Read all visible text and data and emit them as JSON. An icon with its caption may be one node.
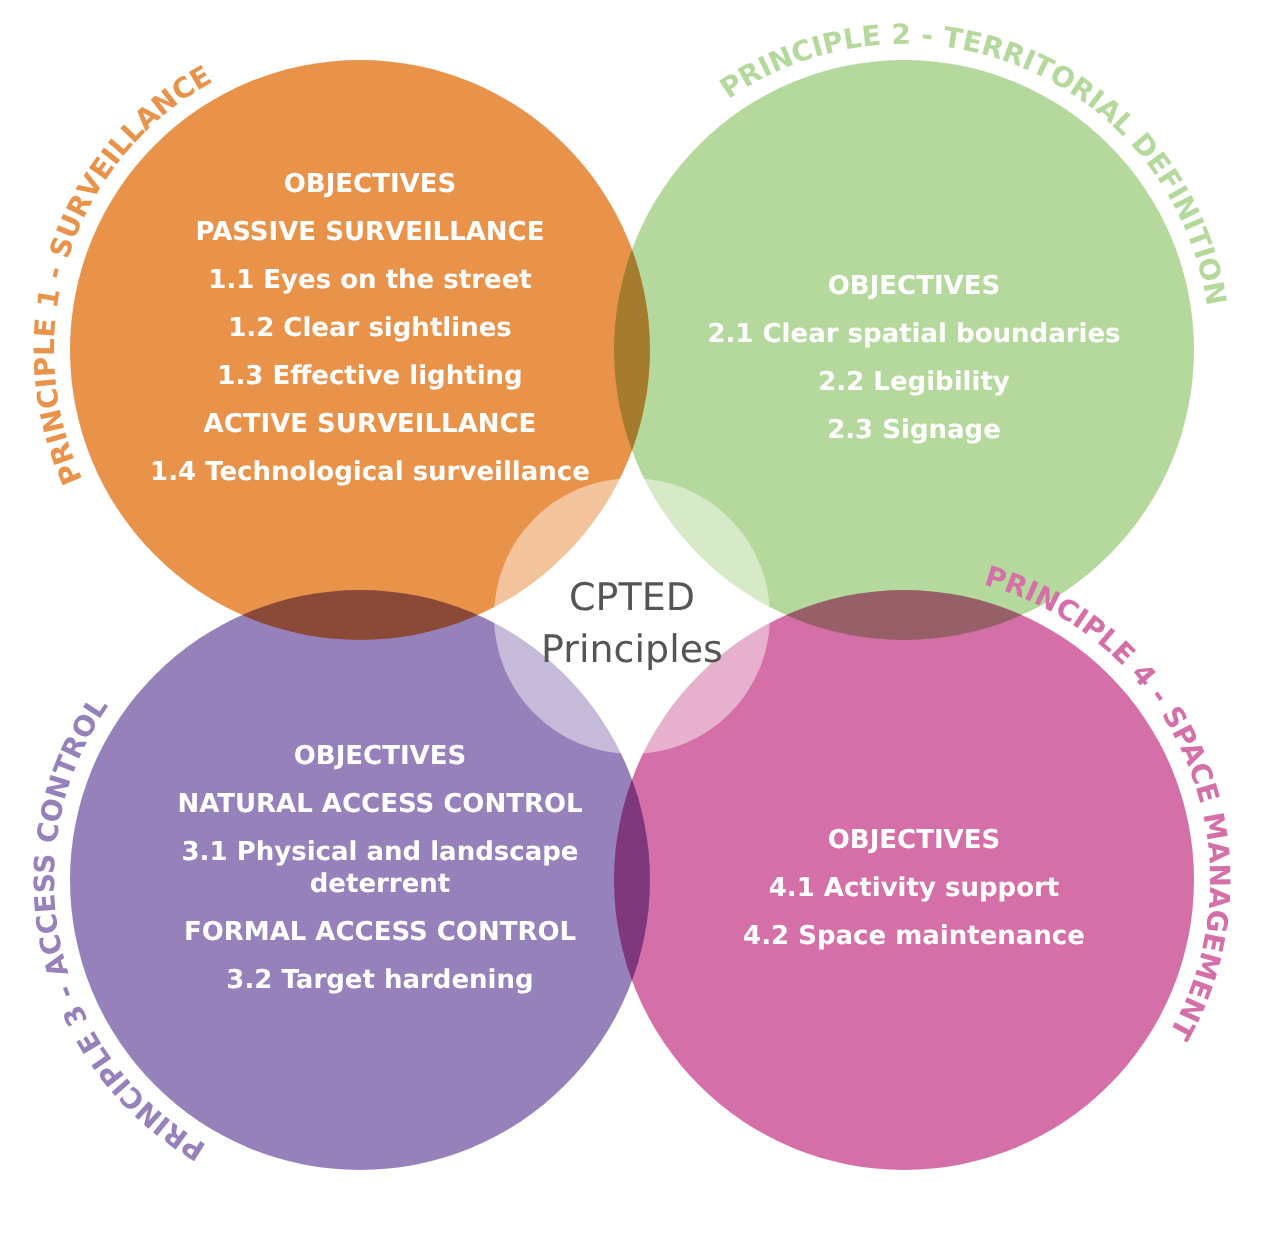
{
  "diagram": {
    "nodes": [
      {
        "text": [
          "PRINCIPLE 1 - SURVEILLANCE",
          "OBJECTIVES",
          "PASSIVE SURVEILLANCE",
          "1.1 Eyes on the street",
          "1.2 Clear sightlines",
          "1.3 Effective lighting",
          "ACTIVE SURVEILLANCE",
          "1.4 Technological surveillance"
        ]
      },
      {
        "text": [
          "PRINCIPLE 2 - TERRITORIAL DEFINITION",
          "OBJECTIVES",
          "2.1 Clear spatial boundaries",
          "2.2 Legibility",
          "2.3 Signage"
        ]
      },
      {
        "text": [
          "PRINCIPLE 3 - ACCESS CONTROL",
          "OBJECTIVES",
          "NATURAL ACCESS CONTROL",
          "3.1 Physical and landscape deterrent",
          "FORMAL ACCESS CONTROL",
          "3.2 Target hardening"
        ]
      },
      {
        "text": [
          "PRINCIPLE 4 - SPACE MANAGEMENT",
          "OBJECTIVES",
          "4.1 Activity support",
          "4.2 Space maintenance"
        ]
      },
      {
        "text": [
          "CPTED Principles"
        ]
      }
    ]
  }
}
